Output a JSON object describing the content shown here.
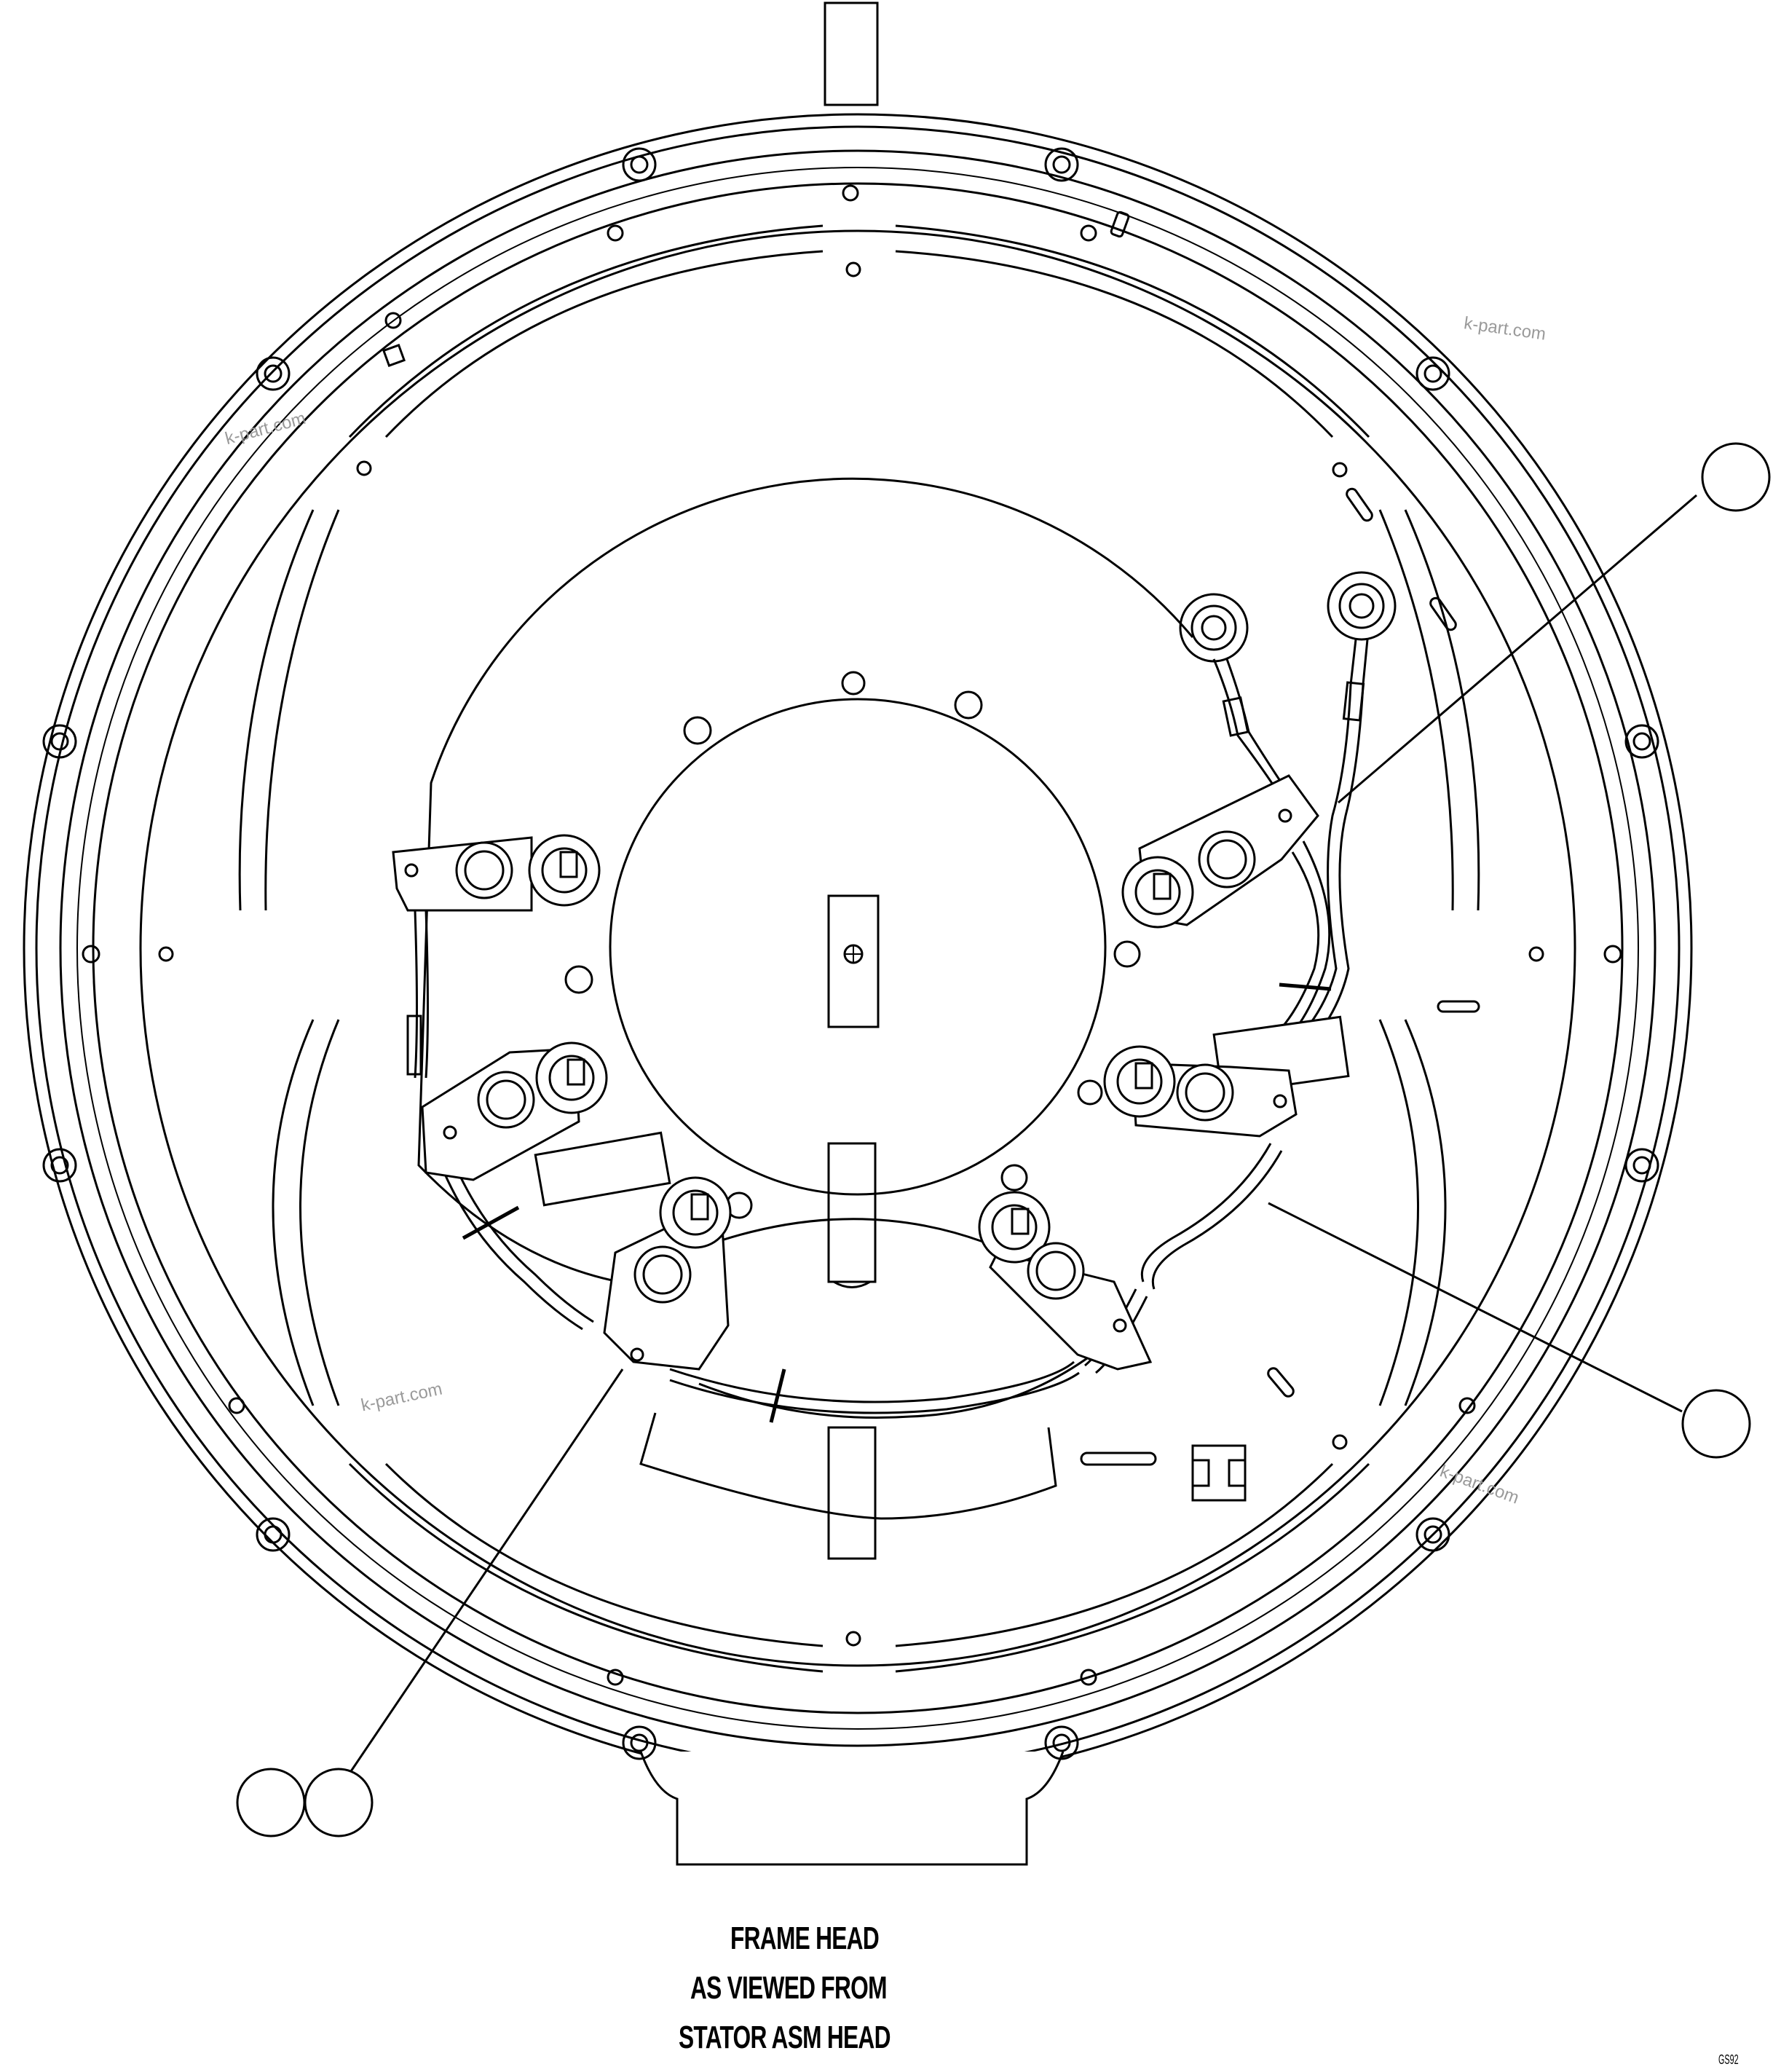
{
  "caption": {
    "line1": "FRAME HEAD",
    "line2": "AS VIEWED FROM",
    "line3": "STATOR ASM HEAD"
  },
  "watermarks": [
    "k-part.com",
    "k-part.com",
    "k-part.com",
    "k-part.com"
  ],
  "drawing_code": "GS92"
}
